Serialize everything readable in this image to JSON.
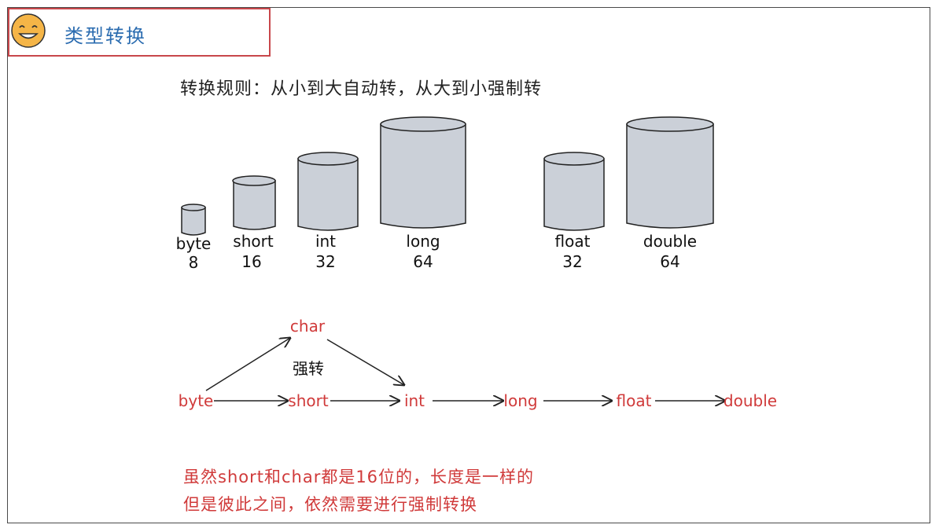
{
  "header": {
    "title": "类型转换",
    "icon": "smiley-icon"
  },
  "rule": "转换规则：从小到大自动转，从大到小强制转",
  "containers": [
    {
      "type": "byte",
      "bits": "8"
    },
    {
      "type": "short",
      "bits": "16"
    },
    {
      "type": "int",
      "bits": "32"
    },
    {
      "type": "long",
      "bits": "64"
    },
    {
      "type": "float",
      "bits": "32"
    },
    {
      "type": "double",
      "bits": "64"
    }
  ],
  "conversion": {
    "nodes": [
      "byte",
      "short",
      "int",
      "long",
      "float",
      "double"
    ],
    "char_node": "char",
    "cast_label": "强转"
  },
  "notes": [
    "虽然short和char都是16位的，长度是一样的",
    "但是彼此之间，依然需要进行强制转换"
  ],
  "colors": {
    "red": "#d03a3a",
    "blue": "#2b6cb0",
    "cylinder_fill": "#cbd0d8",
    "smiley_fill": "#f5b547"
  }
}
